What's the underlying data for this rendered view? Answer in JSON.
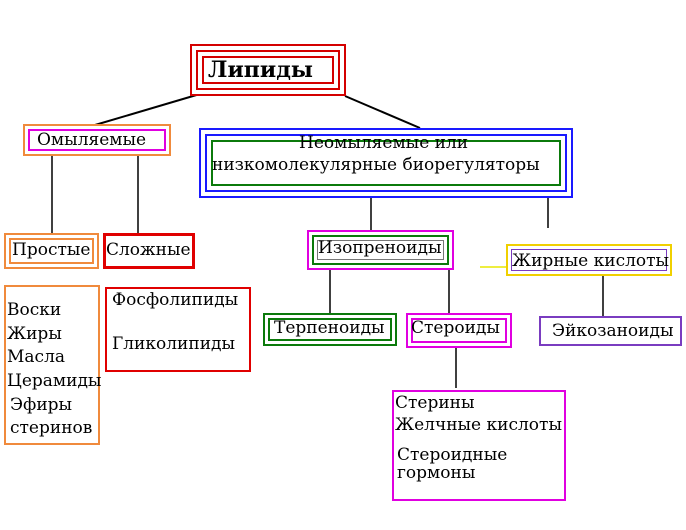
{
  "diagram": {
    "root": "Липиды",
    "saponifiable": {
      "label": "Омыляемые",
      "simple": {
        "label": "Простые",
        "items": [
          "Воски",
          "Жиры",
          "Масла",
          "Церамиды",
          "Эфиры",
          "стеринов"
        ]
      },
      "complex": {
        "label": "Сложные",
        "items": [
          "Фосфолипиды",
          "Гликолипиды"
        ]
      }
    },
    "unsaponifiable": {
      "label_line1": "Неомыляемые  или",
      "label_line2": "низкомолекулярные     биорегуляторы",
      "isoprenoids": {
        "label": "Изопреноиды",
        "terpenoids": "Терпеноиды",
        "steroids": {
          "label": "Стероиды",
          "items": [
            "Стерины",
            "Желчные кислоты",
            "Стероидные гормоны"
          ]
        }
      },
      "fatty_acids": {
        "label": "Жирные кислоты",
        "eicosanoids": "Эйкозаноиды"
      }
    }
  }
}
